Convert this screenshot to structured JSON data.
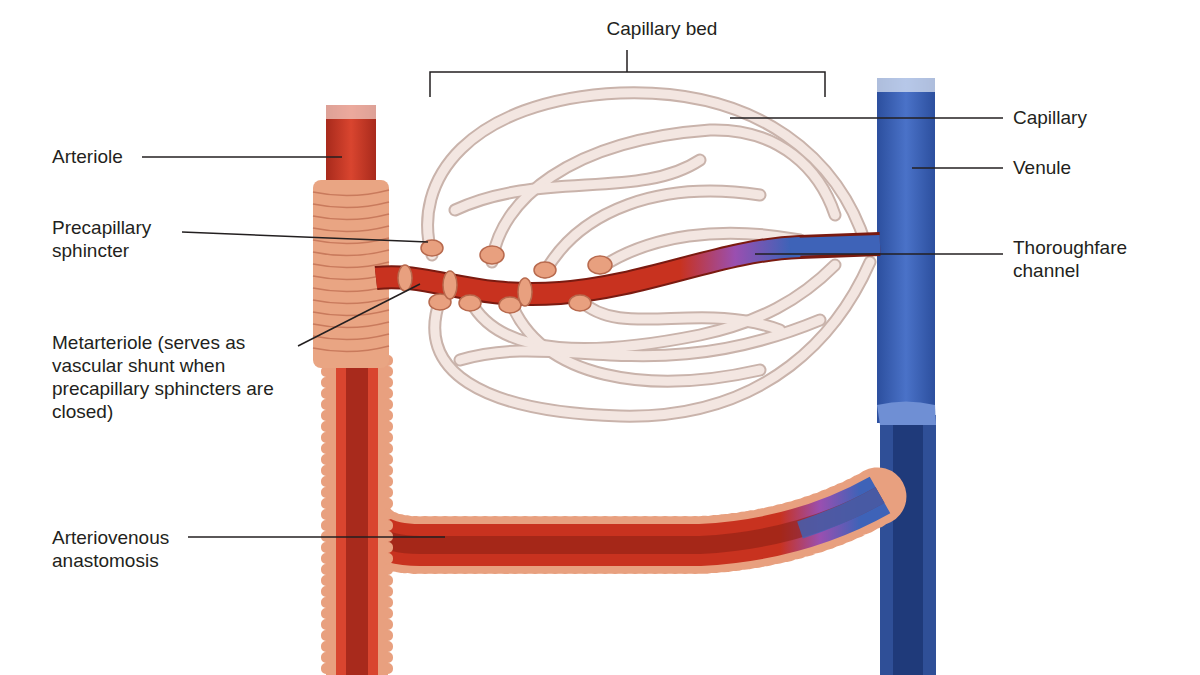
{
  "diagram": {
    "labels": [
      "Capillary bed",
      "Capillary",
      "Venule",
      "Thoroughfare channel",
      "Arteriole",
      "Precapillary sphincter",
      "Metarteriole (serves as vascular shunt when precapillary sphincters are closed)",
      "Arteriovenous anastomosis"
    ]
  }
}
